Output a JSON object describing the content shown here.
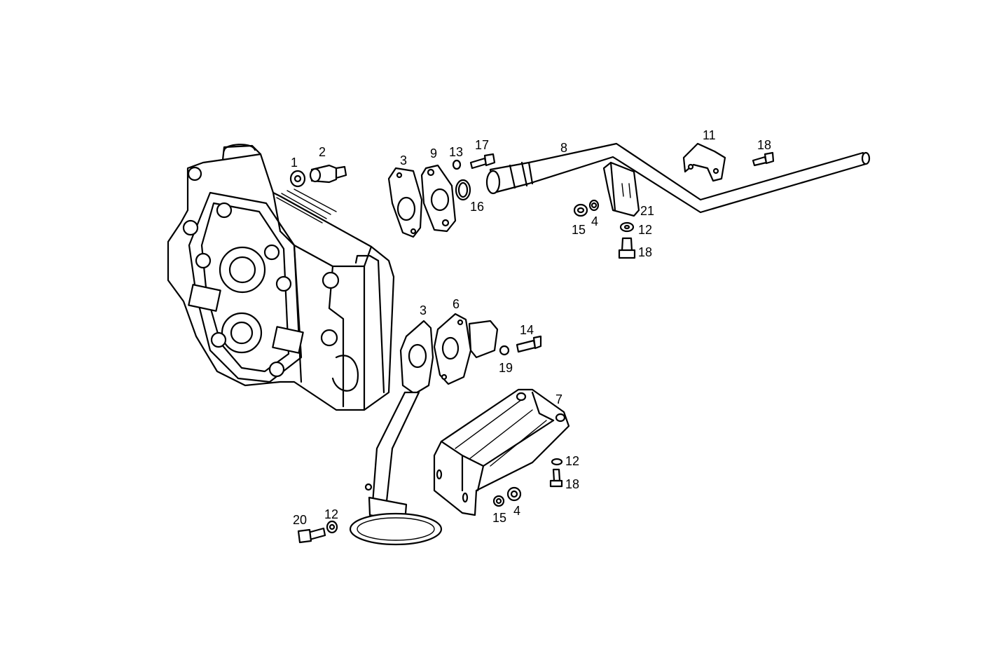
{
  "diagram": {
    "labels": [
      "1",
      "2",
      "3",
      "9",
      "13",
      "17",
      "16",
      "8",
      "11",
      "18",
      "21",
      "15",
      "4",
      "12",
      "18",
      "3",
      "6",
      "14",
      "19",
      "7",
      "12",
      "18",
      "15",
      "4",
      "20",
      "12"
    ]
  }
}
